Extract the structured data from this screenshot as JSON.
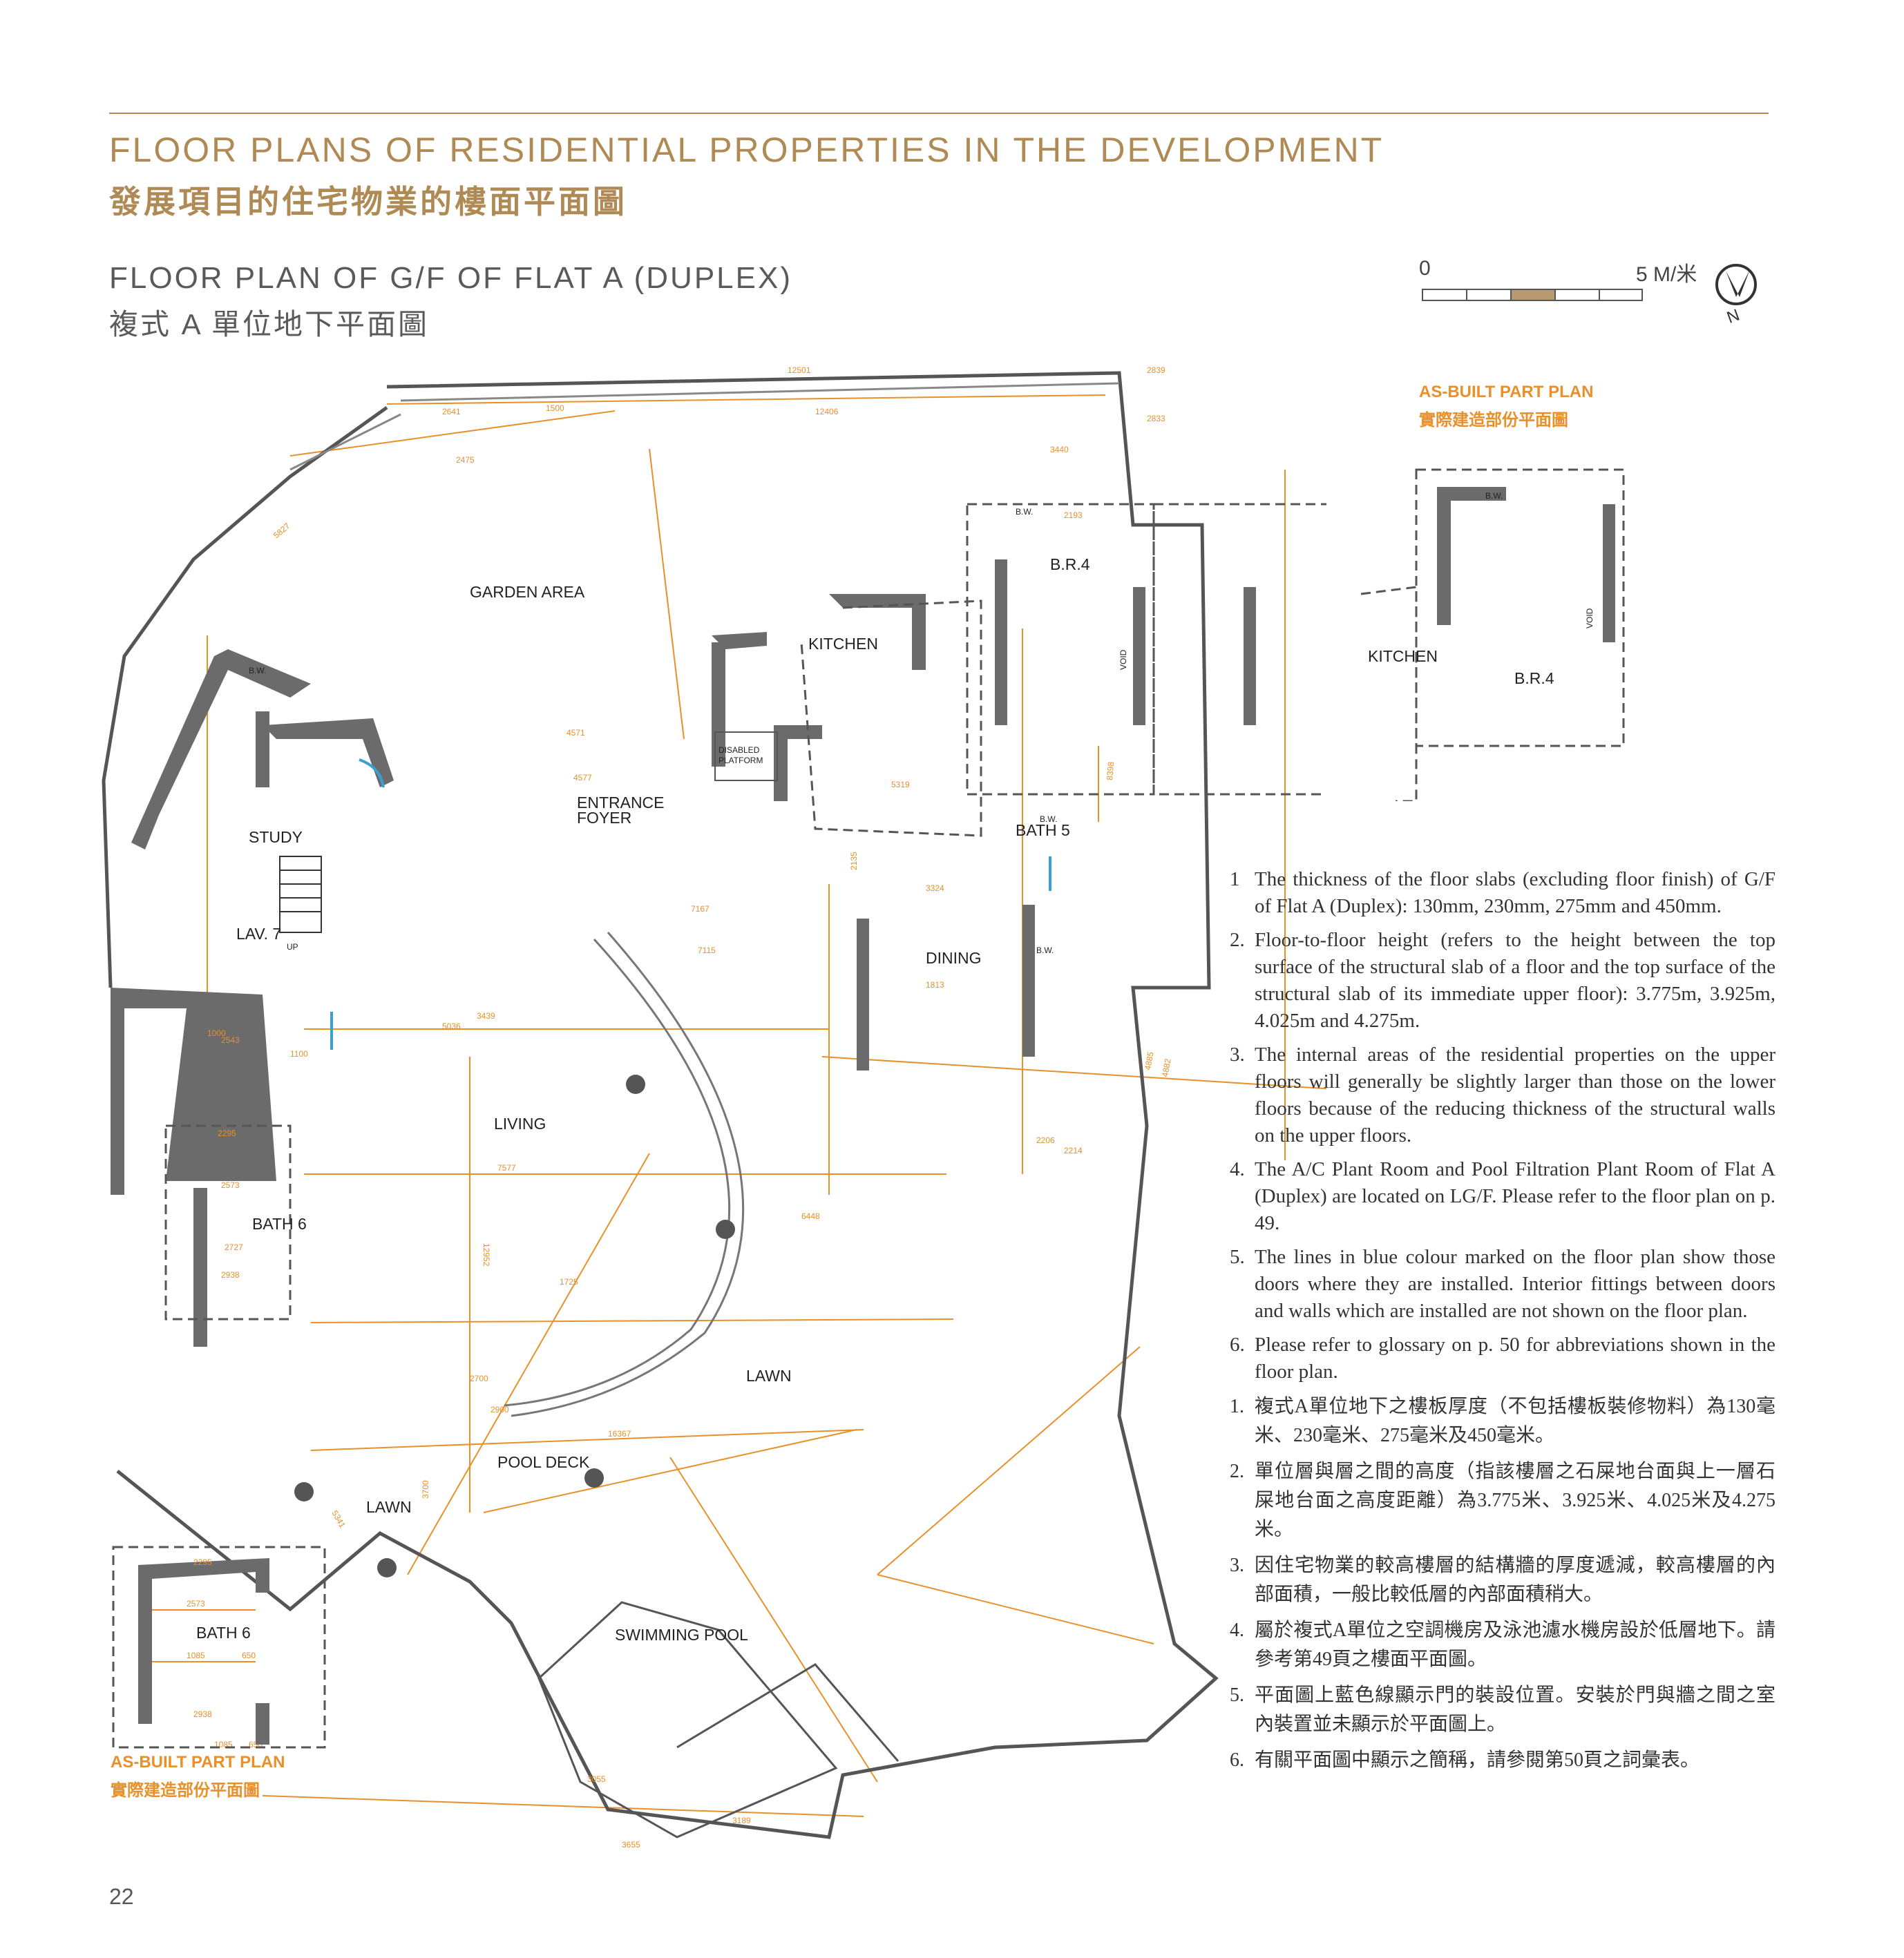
{
  "header": {
    "title_en": "FLOOR PLANS OF RESIDENTIAL PROPERTIES IN THE DEVELOPMENT",
    "title_zh": "發展項目的住宅物業的樓面平面圖"
  },
  "plan": {
    "title_en": "FLOOR PLAN OF G/F OF FLAT A (DUPLEX)",
    "title_zh": "複式 A 單位地下平面圖",
    "scale_start": "0",
    "scale_end": "5 M/米",
    "north_label": "N",
    "rooms": {
      "garden": "GARDEN AREA",
      "kitchen": "KITCHEN",
      "br4": "B.R.4",
      "study": "STUDY",
      "entrance": "ENTRANCE",
      "foyer": "FOYER",
      "disabled_platform_1": "DISABLED",
      "disabled_platform_2": "PLATFORM",
      "lav7": "LAV. 7",
      "bath5": "BATH 5",
      "dining": "DINING",
      "living": "LIVING",
      "bath6": "BATH 6",
      "lawn": "LAWN",
      "pool_deck": "POOL DECK",
      "swimming_pool": "SWIMMING POOL",
      "bw": "B.W.",
      "void": "VOID",
      "up": "UP"
    },
    "asbuilt_en": "AS-BUILT PART PLAN",
    "asbuilt_zh": "實際建造部份平面圖",
    "dimensions": {
      "d12501": "12501",
      "d12406": "12406",
      "d2641": "2641",
      "d1500": "1500",
      "d2475": "2475",
      "d5827": "5827",
      "d2839": "2839",
      "d2833": "2833",
      "d3440": "3440",
      "d2193": "2193",
      "d4571": "4571",
      "d4577": "4577",
      "d5319": "5319",
      "d3324": "3324",
      "d7167": "7167",
      "d7115": "7115",
      "d3439": "3439",
      "d5036": "5036",
      "d7577": "7577",
      "d6448": "6448",
      "d16367": "16367",
      "d12952": "12952",
      "d2900": "2900",
      "d2700": "2700",
      "d3655": "3655",
      "d3055": "3055",
      "d3189": "3189",
      "d1813": "1813",
      "d2543": "2543",
      "d2295": "2295",
      "d2573": "2573",
      "d2727": "2727",
      "d2938": "2938",
      "d1100": "1100",
      "d1000": "1000",
      "d2214": "2214",
      "d2206": "2206",
      "d4882": "4882",
      "d4885": "4885",
      "d8398": "8398",
      "d5341": "5341",
      "d3700": "3700",
      "d1725": "1725",
      "d2135": "2135",
      "d1085": "1085",
      "d650": "650"
    }
  },
  "notes_en": [
    {
      "num": "1",
      "text": "The thickness of the floor slabs (excluding floor finish) of G/F of Flat A (Duplex): 130mm, 230mm, 275mm and 450mm."
    },
    {
      "num": "2.",
      "text": "Floor-to-floor height (refers to the height between the top surface of the structural slab of a floor and the top surface of the structural slab of its immediate upper floor): 3.775m, 3.925m, 4.025m and 4.275m."
    },
    {
      "num": "3.",
      "text": "The internal areas of the residential properties on the upper floors will generally be slightly larger than those on the lower floors because of the reducing thickness of the structural walls on the upper floors."
    },
    {
      "num": "4.",
      "text": "The A/C Plant Room and Pool Filtration Plant Room of Flat A (Duplex) are located on LG/F. Please refer to the floor plan on p. 49."
    },
    {
      "num": "5.",
      "text": "The lines in blue colour marked on the floor plan show those doors where they are installed. Interior fittings between doors and walls which are installed are not shown on the floor plan."
    },
    {
      "num": "6.",
      "text": "Please refer to glossary on p. 50 for abbreviations shown in the floor plan."
    }
  ],
  "notes_zh": [
    {
      "num": "1.",
      "text": "複式A單位地下之樓板厚度（不包括樓板裝修物料）為130毫米、230毫米、275毫米及450毫米。"
    },
    {
      "num": "2.",
      "text": "單位層與層之間的高度（指該樓層之石屎地台面與上一層石屎地台面之高度距離）為3.775米、3.925米、4.025米及4.275米。"
    },
    {
      "num": "3.",
      "text": "因住宅物業的較高樓層的結構牆的厚度遞減，較高樓層的內部面積，一般比較低層的內部面積稍大。"
    },
    {
      "num": "4.",
      "text": "屬於複式A單位之空調機房及泳池濾水機房設於低層地下。請參考第49頁之樓面平面圖。"
    },
    {
      "num": "5.",
      "text": "平面圖上藍色線顯示門的裝設位置。安裝於門與牆之間之室內裝置並未顯示於平面圖上。"
    },
    {
      "num": "6.",
      "text": "有關平面圖中顯示之簡稱，請參閱第50頁之詞彙表。"
    }
  ],
  "page_number": "22",
  "colors": {
    "accent": "#b08a55",
    "dimension_lines": "#e8902a",
    "walls": "#5a5a5a",
    "doors": "#3aa0d0"
  }
}
